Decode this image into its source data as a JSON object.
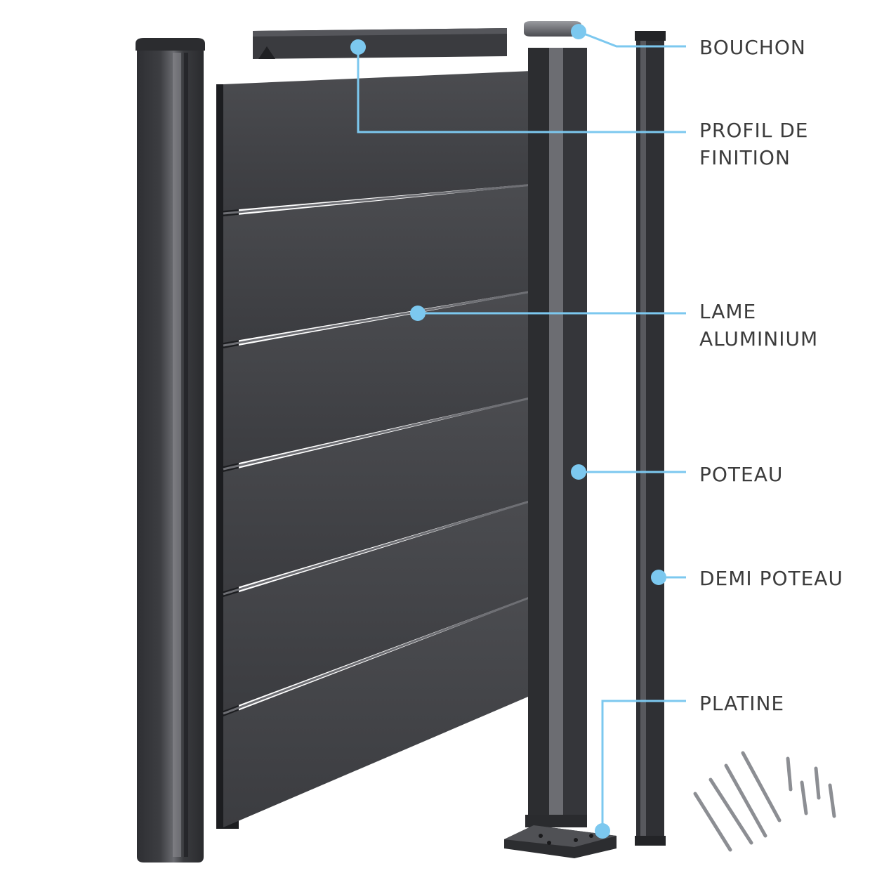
{
  "colors": {
    "background": "#ffffff",
    "accent": "#7cc8ef",
    "label_text": "#3c3c3c",
    "metal": "#3e3f43"
  },
  "labels": {
    "bouchon": {
      "line1": "BOUCHON"
    },
    "profil": {
      "line1": "PROFIL DE",
      "line2": "FINITION"
    },
    "lame": {
      "line1": "LAME",
      "line2": "ALUMINIUM"
    },
    "poteau": {
      "line1": "POTEAU"
    },
    "demi_poteau": {
      "line1": "DEMI POTEAU"
    },
    "platine": {
      "line1": "PLATINE"
    }
  },
  "parts": [
    "left-post",
    "finishing-profile",
    "cap",
    "aluminium-slats",
    "post",
    "half-post",
    "base-plate",
    "anchor-bolts",
    "screws"
  ]
}
